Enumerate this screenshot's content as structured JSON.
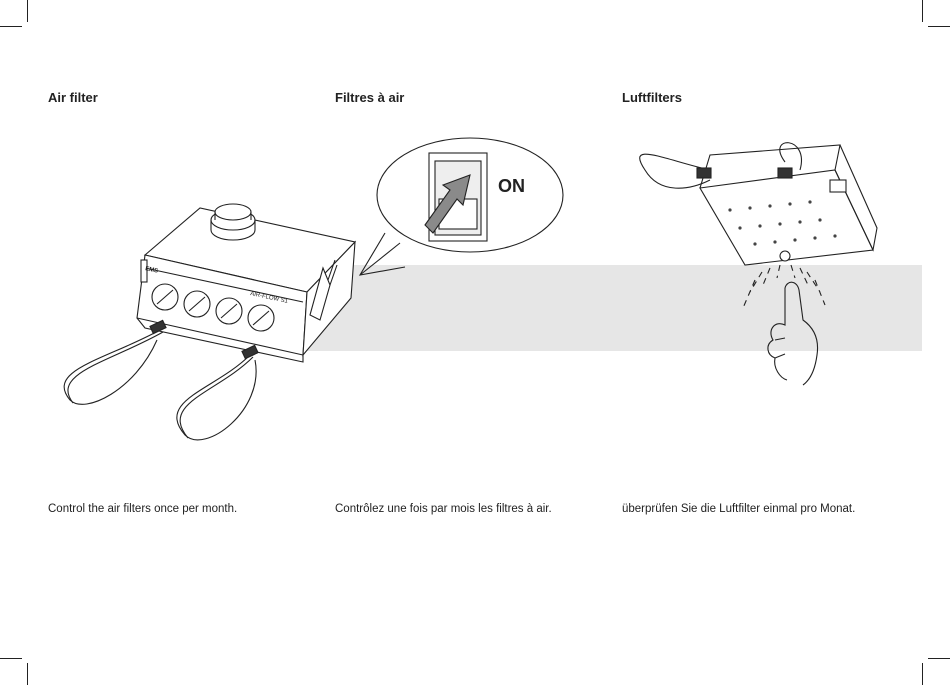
{
  "columns": [
    {
      "heading": "Air filter",
      "caption": "Control the air filters once per month."
    },
    {
      "heading": "Filtres à air",
      "caption": "Contrôlez une fois par mois les filtres à air."
    },
    {
      "heading": "Luftfilters",
      "caption": "überprüfen Sie die Luftfilter einmal pro Monat."
    }
  ],
  "illustrations": {
    "device": {
      "brand": "EMS",
      "model": "AIR-FLOW S1"
    },
    "switch": {
      "label": "ON"
    }
  },
  "colors": {
    "band": "#e6e6e6",
    "line": "#222222",
    "switch_arrow": "#888888"
  }
}
